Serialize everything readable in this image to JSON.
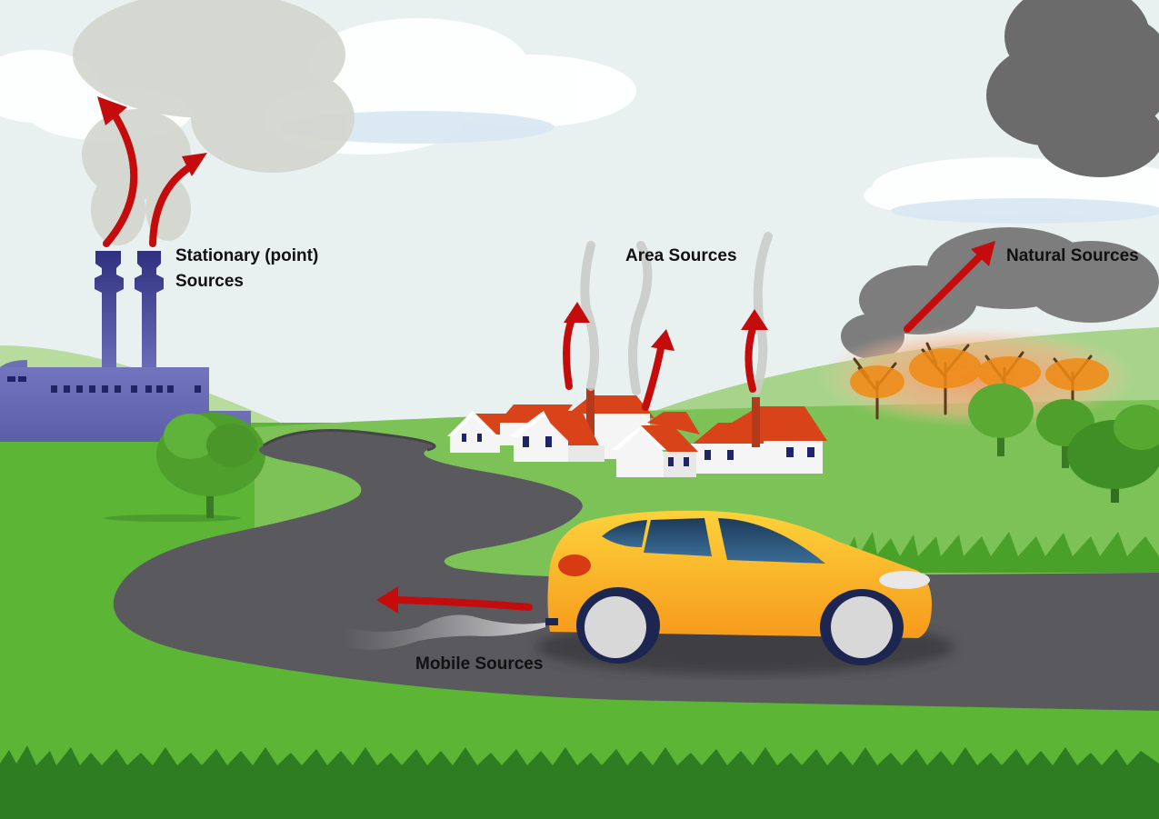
{
  "labels": {
    "stationary": [
      "Stationary (point)",
      "Sources"
    ],
    "area": "Area Sources",
    "natural": "Natural Sources",
    "mobile": "Mobile Sources"
  },
  "colors": {
    "sky": "#e9f1f0",
    "grass": "#5cb535",
    "dark_grass": "#2f7d22",
    "road": "#5a5a5e",
    "factory": "#6c6fb4",
    "chimney": "#3c3f8e",
    "arrow": "#c40c0c",
    "roof": "#d8431a",
    "car_body": "#f9b423",
    "smoke_dark": "#6b6b6b",
    "fire_glow": "#f59a6a",
    "tree": "#4f9f2c"
  },
  "icons": [
    "factory-icon",
    "house-icon",
    "car-icon",
    "tree-icon",
    "fire-icon",
    "cloud-icon",
    "arrow-icon"
  ]
}
